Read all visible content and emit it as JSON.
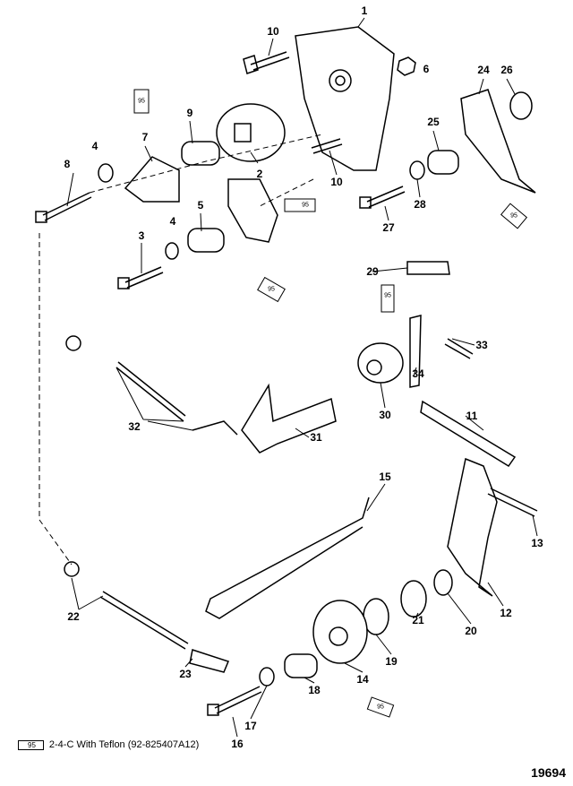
{
  "callouts": [
    "1",
    "10",
    "6",
    "24",
    "26",
    "9",
    "4",
    "7",
    "8",
    "2",
    "10",
    "25",
    "28",
    "27",
    "5",
    "4",
    "3",
    "29",
    "33",
    "34",
    "30",
    "11",
    "32",
    "31",
    "15",
    "13",
    "12",
    "20",
    "21",
    "19",
    "22",
    "23",
    "14",
    "18",
    "17",
    "16"
  ],
  "tube_label": "95",
  "legend": {
    "tube_label": "95",
    "text": "2-4-C  With Teflon (92-825407A12)"
  },
  "figure_number": "19694"
}
